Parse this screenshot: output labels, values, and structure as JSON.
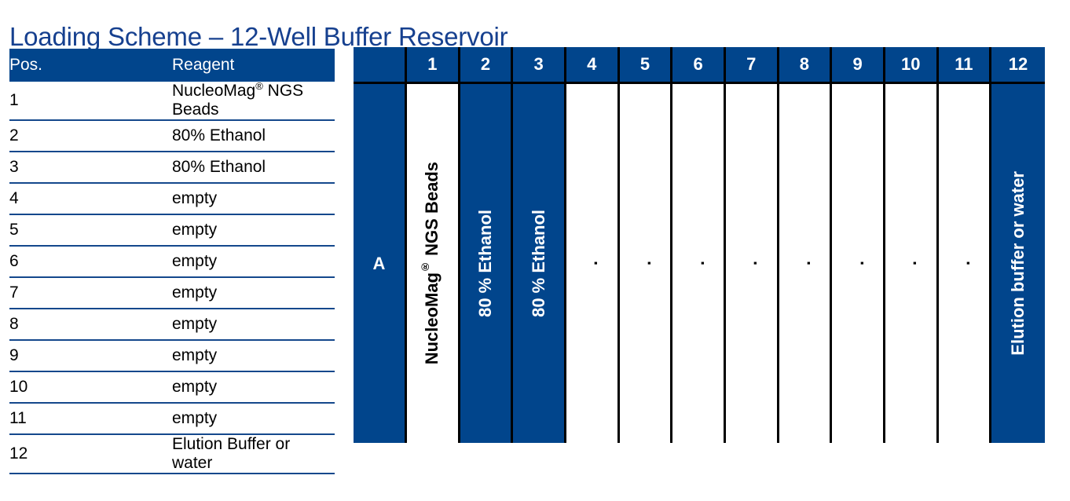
{
  "title": "Loading Scheme – 12-Well Buffer Reservoir",
  "colors": {
    "brand_blue": "#01458C",
    "title_blue": "#16408F",
    "rule_blue": "#14488C",
    "grid_black": "#000000",
    "white": "#FFFFFF"
  },
  "reagent_table": {
    "headers": {
      "position": "Pos.",
      "reagent": "Reagent"
    },
    "rows": [
      {
        "pos": "1",
        "reagent_prefix": "NucleoMag",
        "reagent_sup": "®",
        "reagent_suffix": " NGS Beads",
        "reagent": "NucleoMag® NGS Beads"
      },
      {
        "pos": "2",
        "reagent": "80% Ethanol"
      },
      {
        "pos": "3",
        "reagent": "80% Ethanol"
      },
      {
        "pos": "4",
        "reagent": "empty"
      },
      {
        "pos": "5",
        "reagent": "empty"
      },
      {
        "pos": "6",
        "reagent": "empty"
      },
      {
        "pos": "7",
        "reagent": "empty"
      },
      {
        "pos": "8",
        "reagent": "empty"
      },
      {
        "pos": "9",
        "reagent": "empty"
      },
      {
        "pos": "10",
        "reagent": "empty"
      },
      {
        "pos": "11",
        "reagent": "empty"
      },
      {
        "pos": "12",
        "reagent": "Elution Buffer or water"
      }
    ]
  },
  "plate": {
    "corner_label": "",
    "row_label": "A",
    "column_headers": [
      "1",
      "2",
      "3",
      "4",
      "5",
      "6",
      "7",
      "8",
      "9",
      "10",
      "11",
      "12"
    ],
    "wells": [
      {
        "column": "1",
        "label_prefix": "NucleoMag",
        "label_sup": "®",
        "label_suffix": " NGS Beads",
        "label": "NucleoMag® NGS Beads",
        "fill": "white",
        "text_color": "black"
      },
      {
        "column": "2",
        "label": "80 % Ethanol",
        "fill": "blue",
        "text_color": "white"
      },
      {
        "column": "3",
        "label": "80 % Ethanol",
        "fill": "blue",
        "text_color": "white"
      },
      {
        "column": "4",
        "label": ".",
        "fill": "white",
        "text_color": "black"
      },
      {
        "column": "5",
        "label": ".",
        "fill": "white",
        "text_color": "black"
      },
      {
        "column": "6",
        "label": ".",
        "fill": "white",
        "text_color": "black"
      },
      {
        "column": "7",
        "label": ".",
        "fill": "white",
        "text_color": "black"
      },
      {
        "column": "8",
        "label": ".",
        "fill": "white",
        "text_color": "black"
      },
      {
        "column": "9",
        "label": ".",
        "fill": "white",
        "text_color": "black"
      },
      {
        "column": "10",
        "label": ".",
        "fill": "white",
        "text_color": "black"
      },
      {
        "column": "11",
        "label": ".",
        "fill": "white",
        "text_color": "black"
      },
      {
        "column": "12",
        "label": "Elution buffer or water",
        "fill": "blue",
        "text_color": "white"
      }
    ]
  }
}
